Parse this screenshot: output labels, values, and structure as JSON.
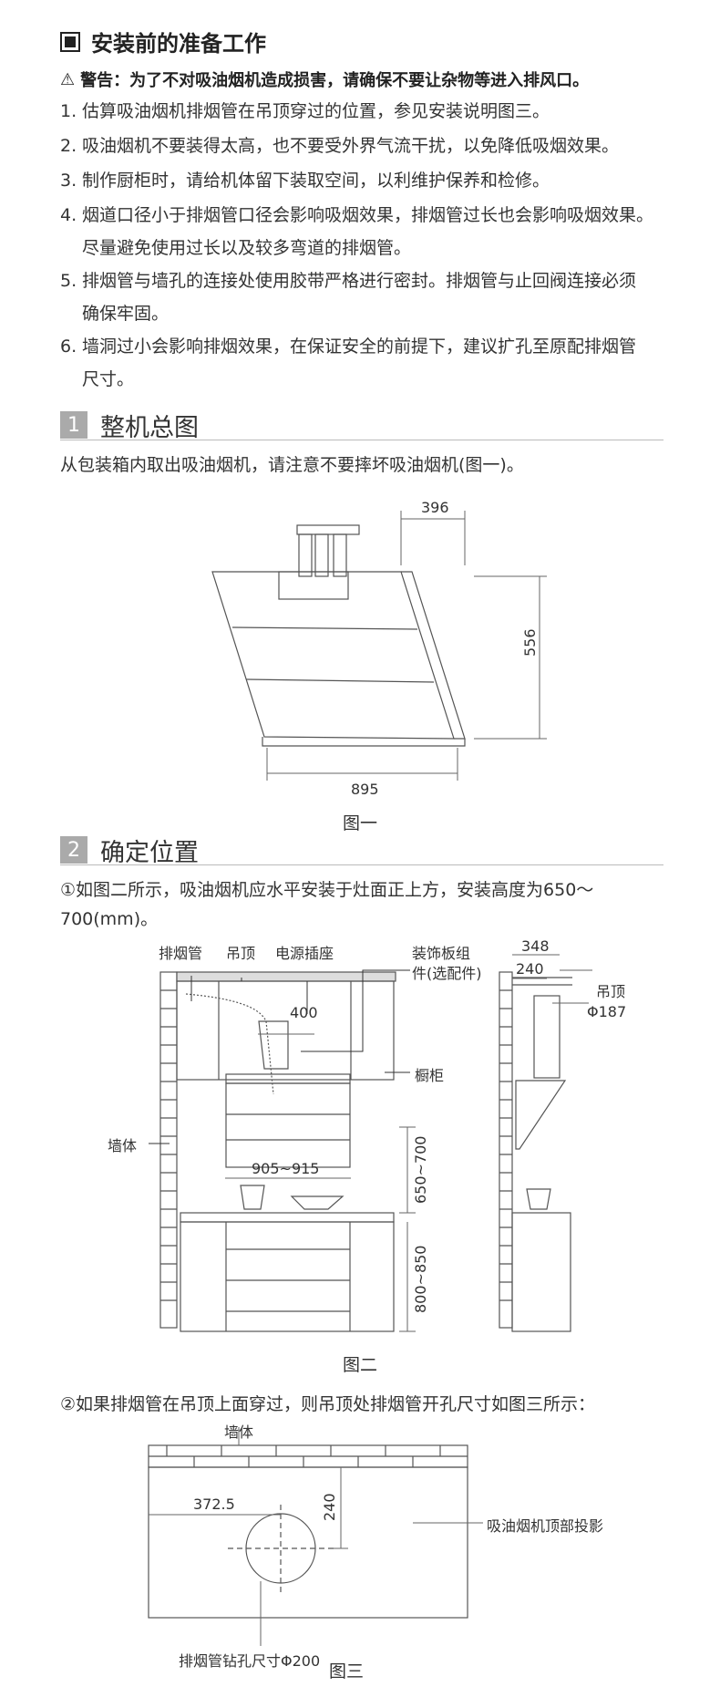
{
  "prep": {
    "title": "安装前的准备工作",
    "warning": "警告：为了不对吸油烟机造成损害，请确保不要让杂物等进入排风口。",
    "items": [
      {
        "num": "1.",
        "text": "估算吸油烟机排烟管在吊顶穿过的位置，参见安装说明图三。"
      },
      {
        "num": "2.",
        "text": "吸油烟机不要装得太高，也不要受外界气流干扰，以免降低吸烟效果。"
      },
      {
        "num": "3.",
        "text": "制作厨柜时，请给机体留下装取空间，以利维护保养和检修。"
      },
      {
        "num": "4.",
        "text": "烟道口径小于排烟管口径会影响吸烟效果，排烟管过长也会影响吸烟效果。",
        "cont": "尽量避免使用过长以及较多弯道的排烟管。"
      },
      {
        "num": "5.",
        "text": "排烟管与墙孔的连接处使用胶带严格进行密封。排烟管与止回阀连接必须",
        "cont": "确保牢固。"
      },
      {
        "num": "6.",
        "text": "墙洞过小会影响排烟效果，在保证安全的前提下，建议扩孔至原配排烟管",
        "cont": "尺寸。"
      }
    ]
  },
  "section1": {
    "num": "1",
    "title": "整机总图",
    "desc": "从包装箱内取出吸油烟机，请注意不要摔坏吸油烟机(图一)。",
    "dims": {
      "depth": "396",
      "height": "556",
      "width": "895"
    },
    "caption": "图一"
  },
  "section2": {
    "num": "2",
    "title": "确定位置",
    "desc_line1": "①如图二所示，吸油烟机应水平安装于灶面正上方，安装高度为650～",
    "desc_line2": "700(mm)。",
    "labels": {
      "pipe": "排烟管",
      "ceiling": "吊顶",
      "socket": "电源插座",
      "decor_line1": "装饰板组",
      "decor_line2": "件(选配件)",
      "cabinet": "橱柜",
      "wall": "墙体",
      "dim400": "400",
      "dim905": "905~915",
      "dim650": "650~700",
      "dim800": "800~850",
      "dim348": "348",
      "dim240": "240",
      "side_ceiling": "吊顶",
      "phi187": "Φ187"
    },
    "caption": "图二",
    "desc2": "②如果排烟管在吊顶上面穿过，则吊顶处排烟管开孔尺寸如图三所示："
  },
  "fig3": {
    "wall": "墙体",
    "dim372": "372.5",
    "dim240": "240",
    "projection": "吸油烟机顶部投影",
    "hole": "排烟管钻孔尺寸Φ200",
    "caption": "图三"
  }
}
